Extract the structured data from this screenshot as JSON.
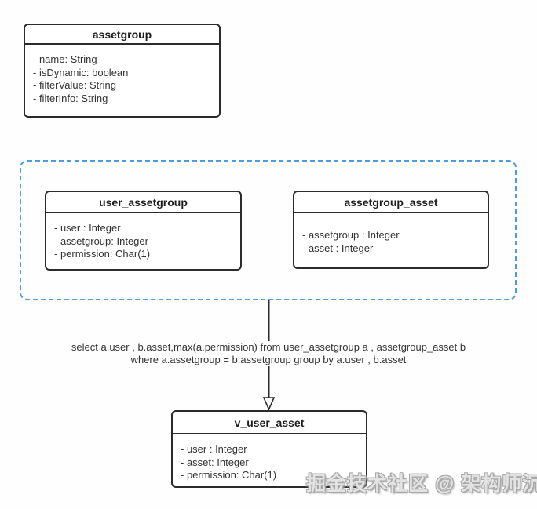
{
  "diagram": {
    "classes": [
      {
        "title": "assetgroup",
        "attributes": [
          "- name: String",
          "- isDynamic: boolean",
          "- filterValue: String",
          "- filterInfo: String"
        ]
      },
      {
        "title": "user_assetgroup",
        "attributes": [
          "- user : Integer",
          "- assetgroup: Integer",
          "- permission: Char(1)"
        ]
      },
      {
        "title": "assetgroup_asset",
        "attributes": [
          "- assetgroup : Integer",
          "- asset : Integer"
        ]
      },
      {
        "title": "v_user_asset",
        "attributes": [
          "- user : Integer",
          "- asset: Integer",
          "- permission: Char(1)"
        ]
      }
    ],
    "sql_annotation": {
      "line1": "select a.user , b.asset,max(a.permission) from user_assetgroup a , assetgroup_asset b",
      "line2": "where a.assetgroup = b.assetgroup group by a.user , b.asset"
    },
    "watermark": "掘金技术社区 @ 架构师沉默",
    "colors": {
      "box_border": "#2b2b2b",
      "dashed_container_border": "#4a9de0",
      "text": "#333333",
      "watermark_gray": "#a8a8a8"
    }
  }
}
